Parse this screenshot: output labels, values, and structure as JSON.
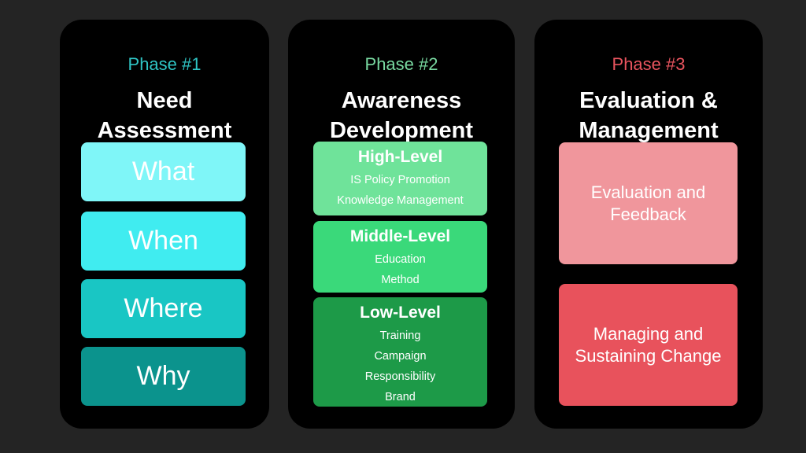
{
  "phases": [
    {
      "label": "Phase #1",
      "title": "Need Assessment",
      "label_color": "#2fc4c4",
      "items": [
        {
          "text": "What",
          "color": "#7ff6f8"
        },
        {
          "text": "When",
          "color": "#40ecf0"
        },
        {
          "text": "Where",
          "color": "#19c6c4"
        },
        {
          "text": "Why",
          "color": "#0b938d"
        }
      ]
    },
    {
      "label": "Phase #2",
      "title": "Awareness Development",
      "label_color": "#78d8a0",
      "levels": [
        {
          "title": "High-Level",
          "color": "#6fe39a",
          "items": [
            "IS Policy Promotion",
            "Knowledge Management"
          ]
        },
        {
          "title": "Middle-Level",
          "color": "#3ad97a",
          "items": [
            "Education",
            "Method"
          ]
        },
        {
          "title": "Low-Level",
          "color": "#1d9a48",
          "items": [
            "Training",
            "Campaign",
            "Responsibility",
            "Brand"
          ]
        }
      ]
    },
    {
      "label": "Phase #3",
      "title": "Evaluation & Management",
      "label_color": "#e8545e",
      "items": [
        {
          "text": "Evaluation and Feedback",
          "color": "#f0969c"
        },
        {
          "text": "Managing and Sustaining Change",
          "color": "#e8525c"
        }
      ]
    }
  ]
}
